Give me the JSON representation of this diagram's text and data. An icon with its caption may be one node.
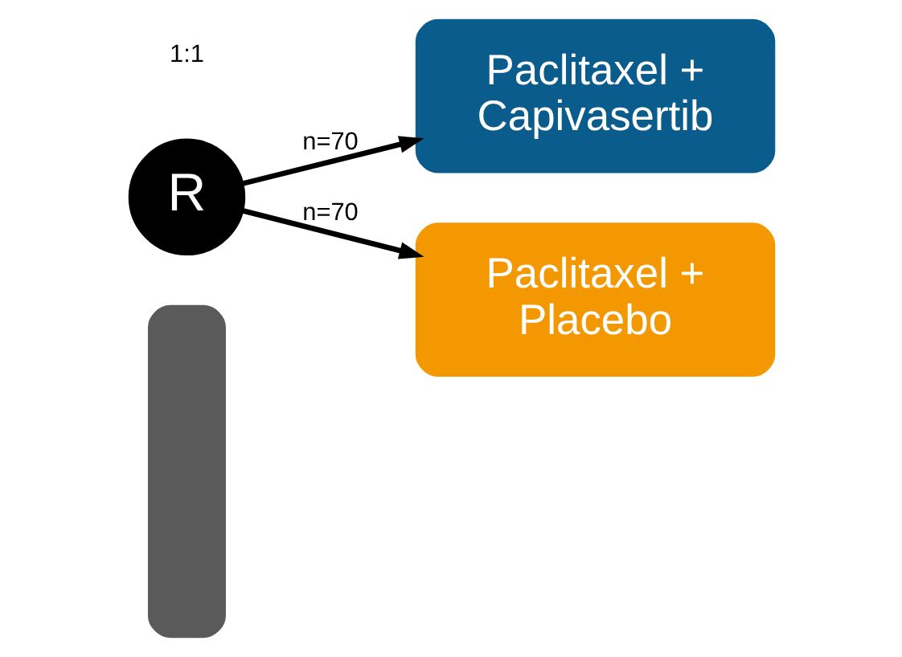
{
  "diagram": {
    "nodes": [
      {
        "text": [],
        "shape": "box"
      },
      {
        "text": [
          "R"
        ]
      },
      {
        "text": [
          "Paclitaxel + Capivasertib"
        ]
      },
      {
        "text": [
          "Paclitaxel + Placebo"
        ]
      }
    ],
    "edges": [
      {
        "from": 1,
        "to": 2,
        "arrow": "to",
        "label": "n=70"
      },
      {
        "from": 1,
        "to": 3,
        "arrow": "to",
        "label": "n=70"
      }
    ],
    "labels": [
      "1:1"
    ]
  }
}
